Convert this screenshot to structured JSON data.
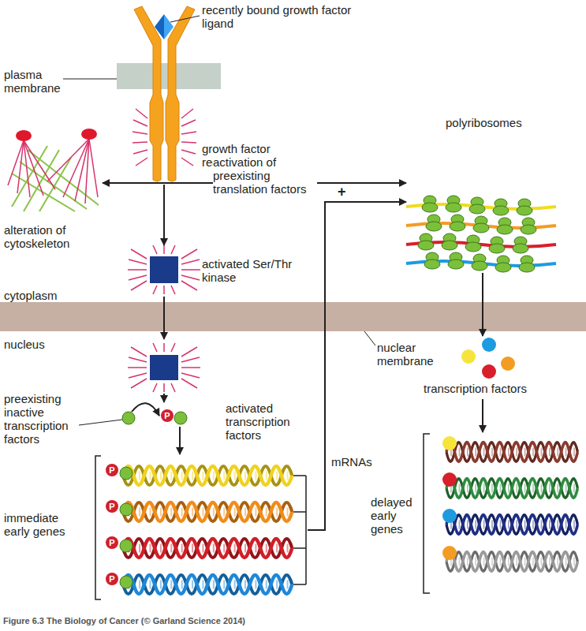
{
  "diagram": {
    "caption": "Figure 6.3 The Biology of Cancer (© Garland Science 2014)",
    "nodes": [
      {
        "text": [
          "growth factor receptor"
        ]
      },
      {
        "text": [
          "alteration of cytoskeleton"
        ]
      },
      {
        "text": [
          "activated Ser/Thr kinase"
        ]
      },
      {
        "text": [
          "preexisting inactive transcription factors"
        ]
      },
      {
        "text": [
          "activated transcription factors"
        ]
      },
      {
        "text": [
          "immediate early genes"
        ]
      },
      {
        "text": [
          "polyribosomes"
        ]
      },
      {
        "text": [
          "transcription factors"
        ]
      },
      {
        "text": [
          "delayed early genes"
        ]
      }
    ],
    "edges": [
      {
        "from": 0,
        "to": 1,
        "arrow": "to"
      },
      {
        "from": 0,
        "to": 2,
        "arrow": "to"
      },
      {
        "from": 0,
        "to": 6,
        "label": "activation of preexisting translation factors",
        "arrow": "to"
      },
      {
        "from": 3,
        "to": 4,
        "arrow": "to"
      },
      {
        "from": 4,
        "to": 5,
        "arrow": "to"
      },
      {
        "from": 5,
        "to": 6,
        "label": "mRNAs",
        "arrow": "to"
      },
      {
        "from": 6,
        "to": 7,
        "arrow": "to"
      },
      {
        "from": 7,
        "to": 8,
        "arrow": "to"
      }
    ],
    "labels": [
      "recently bound growth factor ligand",
      "plasma membrane",
      "cytoplasm",
      "nucleus",
      "nuclear membrane",
      "+",
      "P",
      "P",
      "P",
      "P",
      "P"
    ]
  }
}
